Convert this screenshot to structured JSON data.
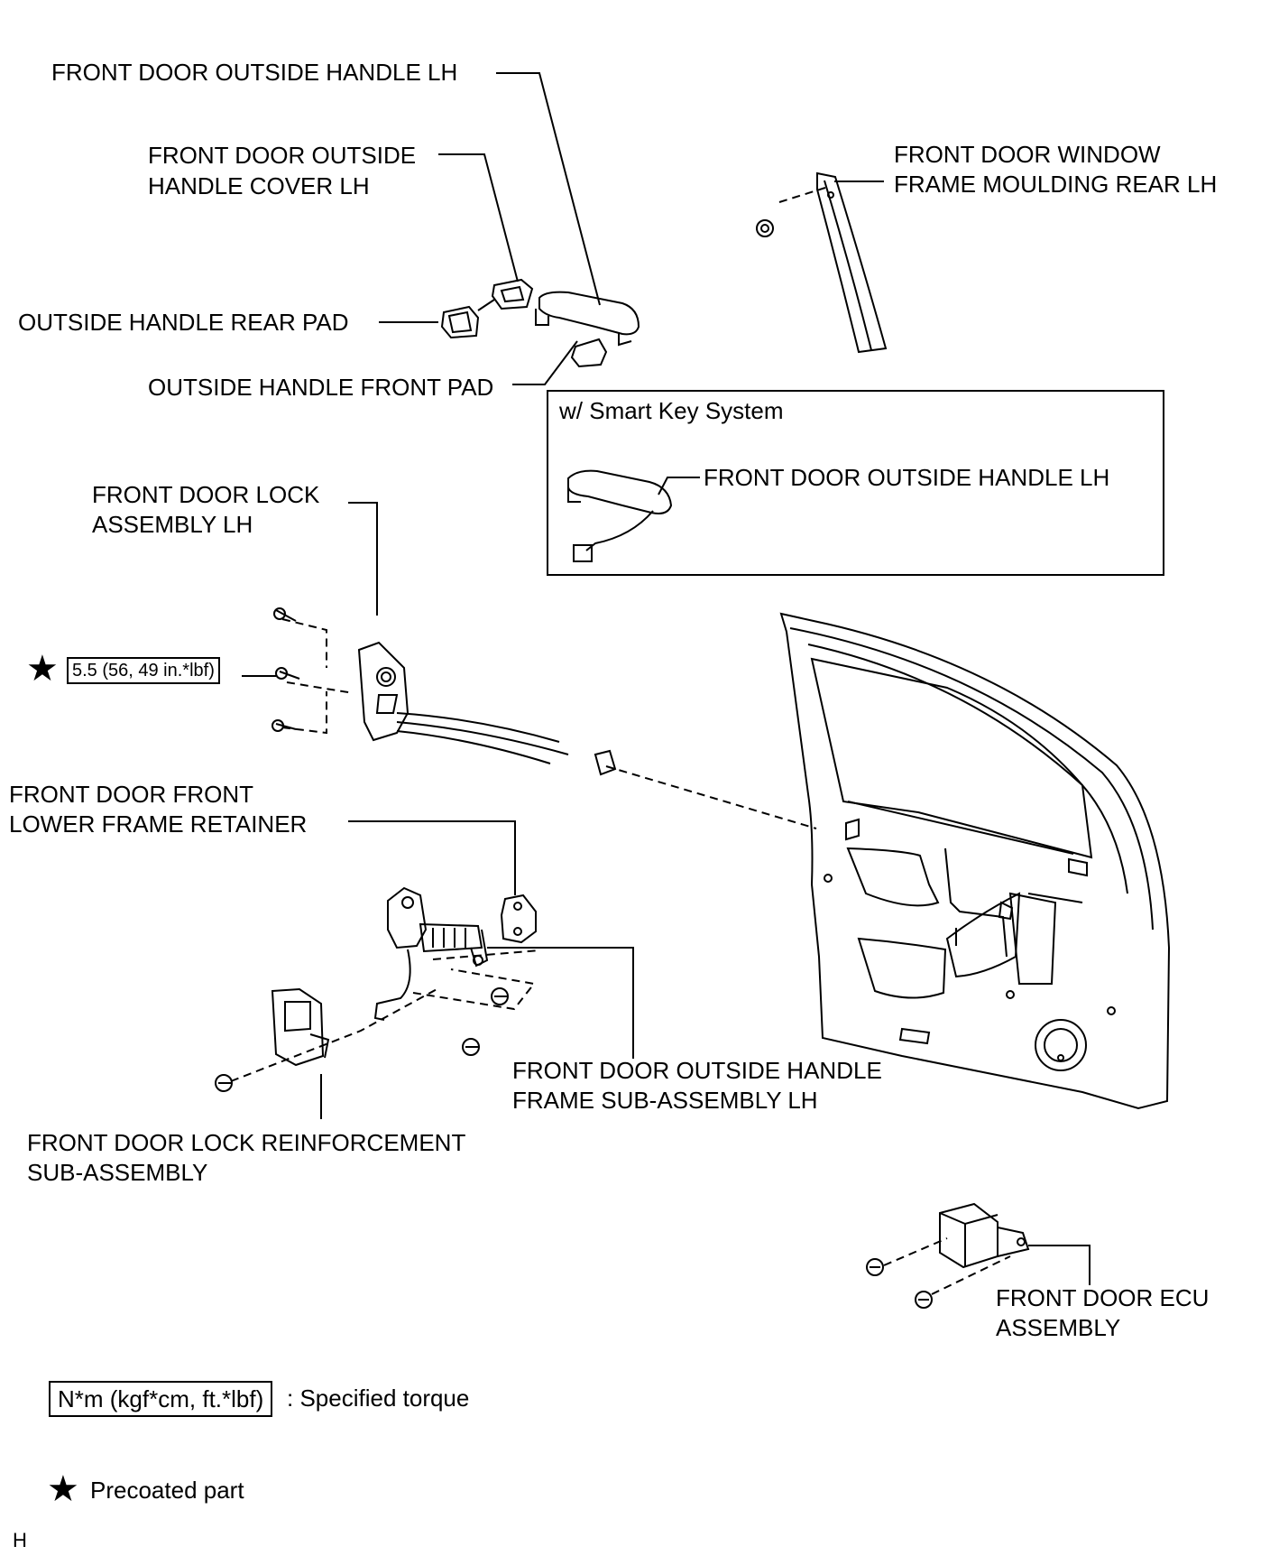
{
  "labels": {
    "outside_handle_top": "FRONT DOOR OUTSIDE HANDLE LH",
    "handle_cover_1": "FRONT DOOR OUTSIDE",
    "handle_cover_2": "HANDLE COVER LH",
    "window_moulding_1": "FRONT DOOR WINDOW",
    "window_moulding_2": "FRAME MOULDING REAR LH",
    "rear_pad": "OUTSIDE HANDLE REAR PAD",
    "front_pad": "OUTSIDE HANDLE FRONT PAD",
    "smart_key_title": "w/ Smart Key System",
    "smart_key_handle": "FRONT DOOR OUTSIDE HANDLE LH",
    "lock_assy_1": "FRONT DOOR LOCK",
    "lock_assy_2": "ASSEMBLY LH",
    "retainer_1": "FRONT DOOR FRONT",
    "retainer_2": "LOWER FRAME RETAINER",
    "handle_frame_1": "FRONT DOOR OUTSIDE HANDLE",
    "handle_frame_2": "FRAME SUB-ASSEMBLY LH",
    "reinforcement_1": "FRONT DOOR LOCK REINFORCEMENT",
    "reinforcement_2": "SUB-ASSEMBLY",
    "ecu_1": "FRONT DOOR ECU",
    "ecu_2": "ASSEMBLY"
  },
  "torque": {
    "lock_bolt": "5.5 (56, 49 in.*lbf)"
  },
  "legend": {
    "torque_unit": "N*m (kgf*cm, ft.*lbf)",
    "torque_desc": ": Specified torque",
    "precoat_desc": "Precoated part",
    "star_symbol": "★"
  },
  "figure_code": "H"
}
